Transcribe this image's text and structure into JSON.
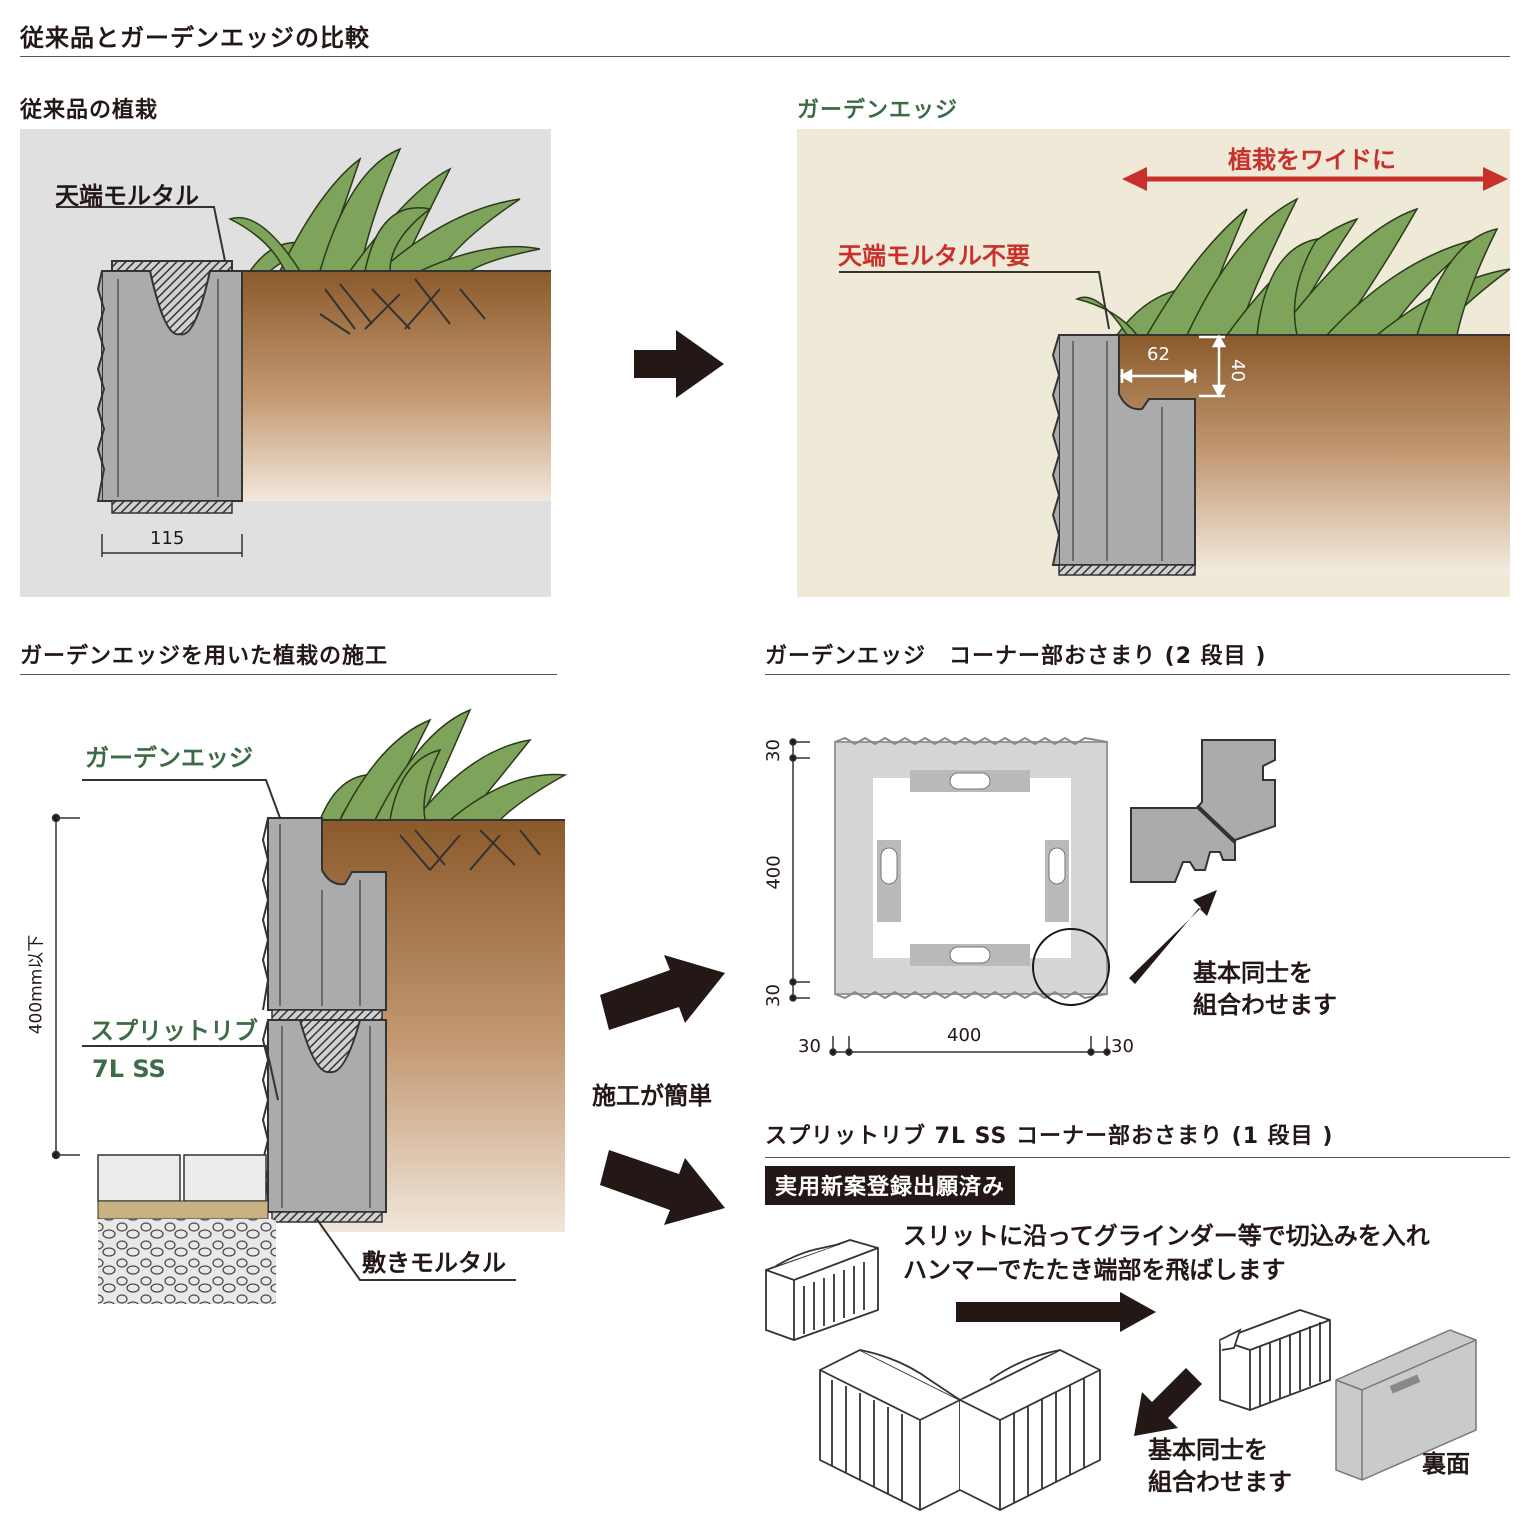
{
  "title": "従来品とガーデンエッジの比較",
  "panels": {
    "conventional": {
      "heading": "従来品の植栽",
      "label_top_mortar": "天端モルタル",
      "dim_width": "115"
    },
    "garden_edge": {
      "heading": "ガーデンエッジ",
      "label_wide": "植栽をワイドに",
      "label_no_mortar": "天端モルタル不要",
      "dim_62": "62",
      "dim_40": "40"
    },
    "construction": {
      "heading": "ガーデンエッジを用いた植栽の施工",
      "label_garden_edge": "ガーデンエッジ",
      "label_split_rib": "スプリットリブ",
      "label_model": "7L SS",
      "label_bed_mortar": "敷きモルタル",
      "dim_height": "400mm以下"
    },
    "easy": {
      "label": "施工が簡単"
    },
    "corner2": {
      "heading": "ガーデンエッジ　コーナー部おさまり (2 段目 )",
      "dim_30_top": "30",
      "dim_400_v": "400",
      "dim_30_bottom": "30",
      "dim_30_left": "30",
      "dim_400_h": "400",
      "dim_30_right": "30",
      "note_line1": "基本同士を",
      "note_line2": "組合わせます"
    },
    "corner1": {
      "heading": "スプリットリブ 7L SS コーナー部おさまり (1 段目 )",
      "badge": "実用新案登録出願済み",
      "instruction_line1": "スリットに沿ってグラインダー等で切込みを入れ",
      "instruction_line2": "ハンマーでたたき端部を飛ばします",
      "note_line1": "基本同士を",
      "note_line2": "組合わせます",
      "back_label": "裏面"
    }
  },
  "colors": {
    "soil": "#8b5a2b",
    "block": "#a9abad",
    "leaf": "#7ea35a",
    "red_accent": "#c8302c",
    "green_text": "#3d6b45"
  }
}
